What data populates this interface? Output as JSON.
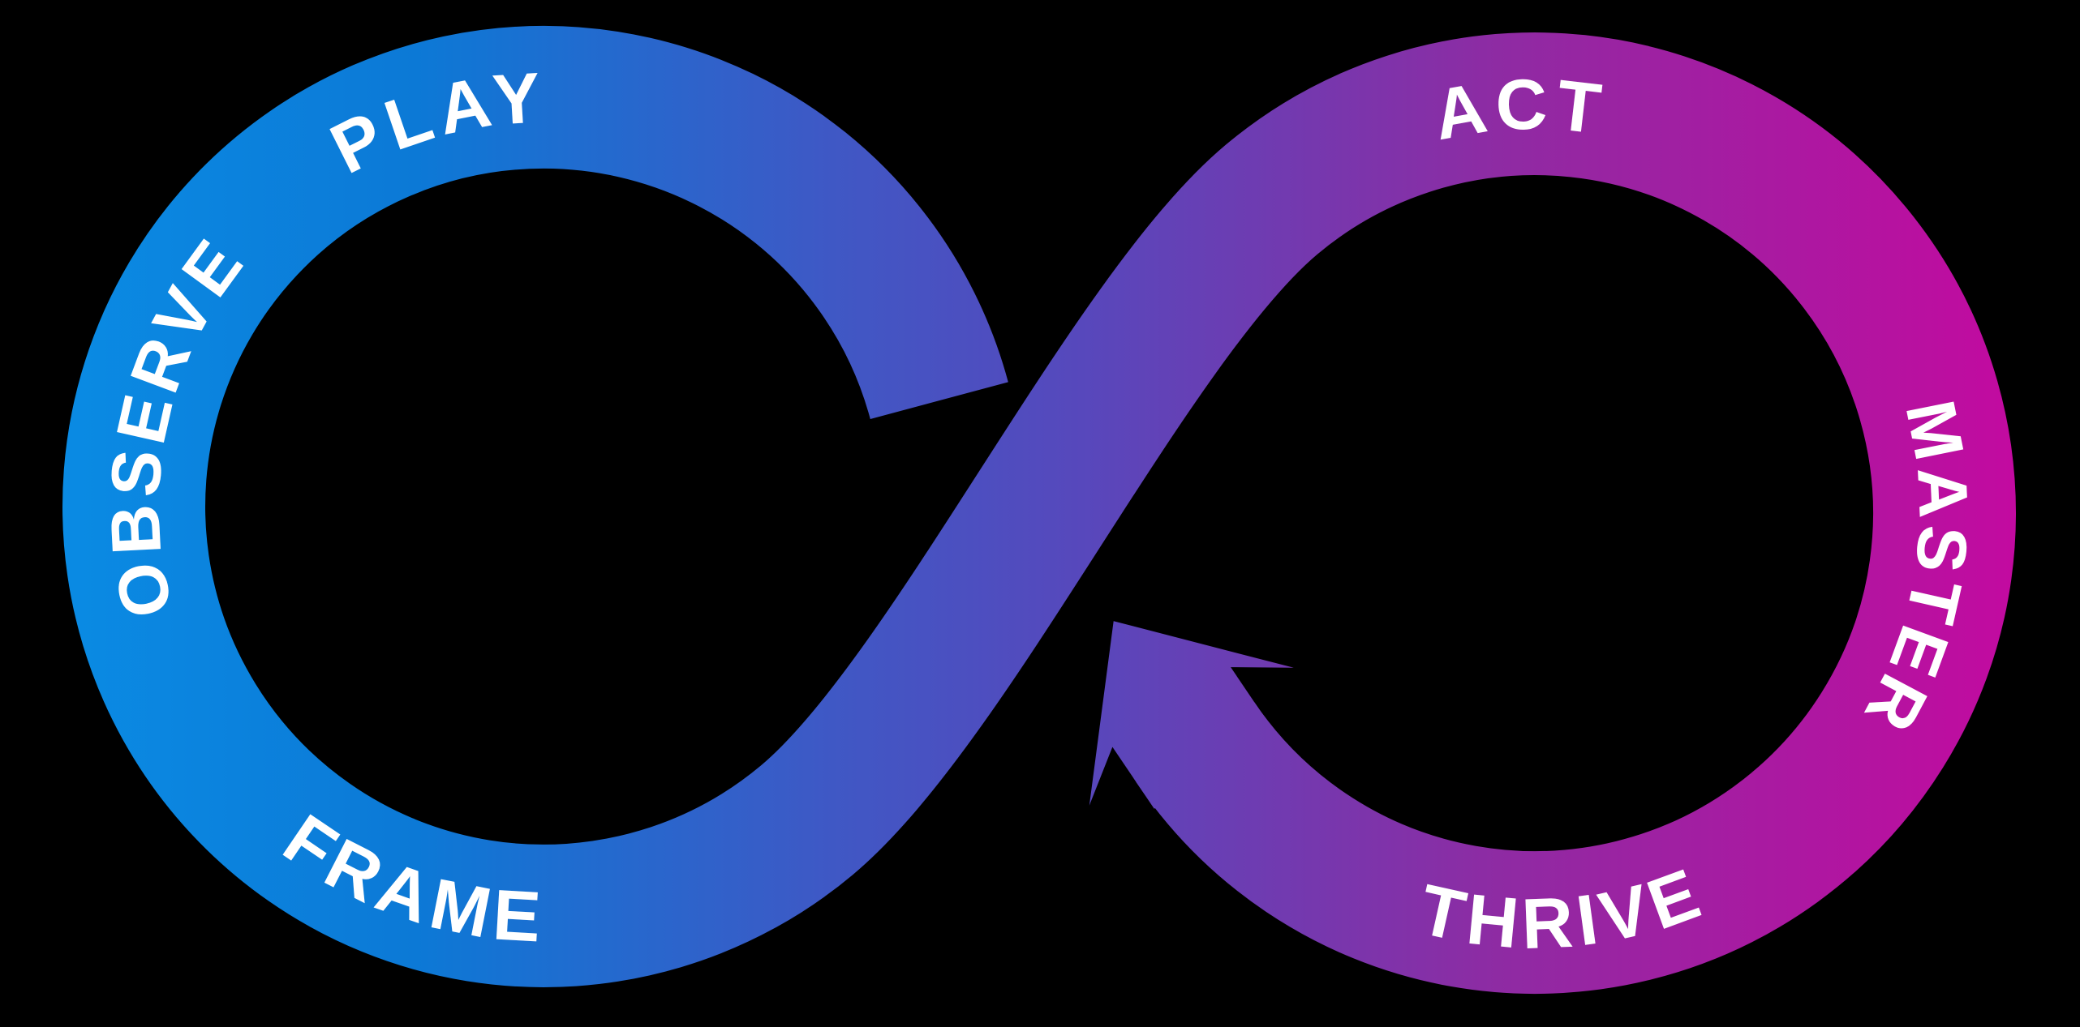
{
  "diagram": {
    "kind": "infinity-loop-cycle",
    "background_color": "#000000",
    "text_color": "#FFFFFF",
    "gradient": {
      "direction": "left-to-right",
      "stops": [
        "#0A8EE6",
        "#0C79D6",
        "#3F58C5",
        "#5748BC",
        "#8E2BA3",
        "#C9069F"
      ]
    },
    "left_loop": {
      "color_family": "blue",
      "labels": {
        "top": "PLAY",
        "left": "OBSERVE",
        "bottom": "FRAME"
      }
    },
    "right_loop": {
      "color_family": "purple-magenta",
      "labels": {
        "top": "ACT",
        "right": "MASTER",
        "bottom": "THRIVE"
      }
    },
    "arrow": {
      "shape": "curved-ribbon-arrowhead",
      "points_direction": "up-left toward center"
    }
  }
}
